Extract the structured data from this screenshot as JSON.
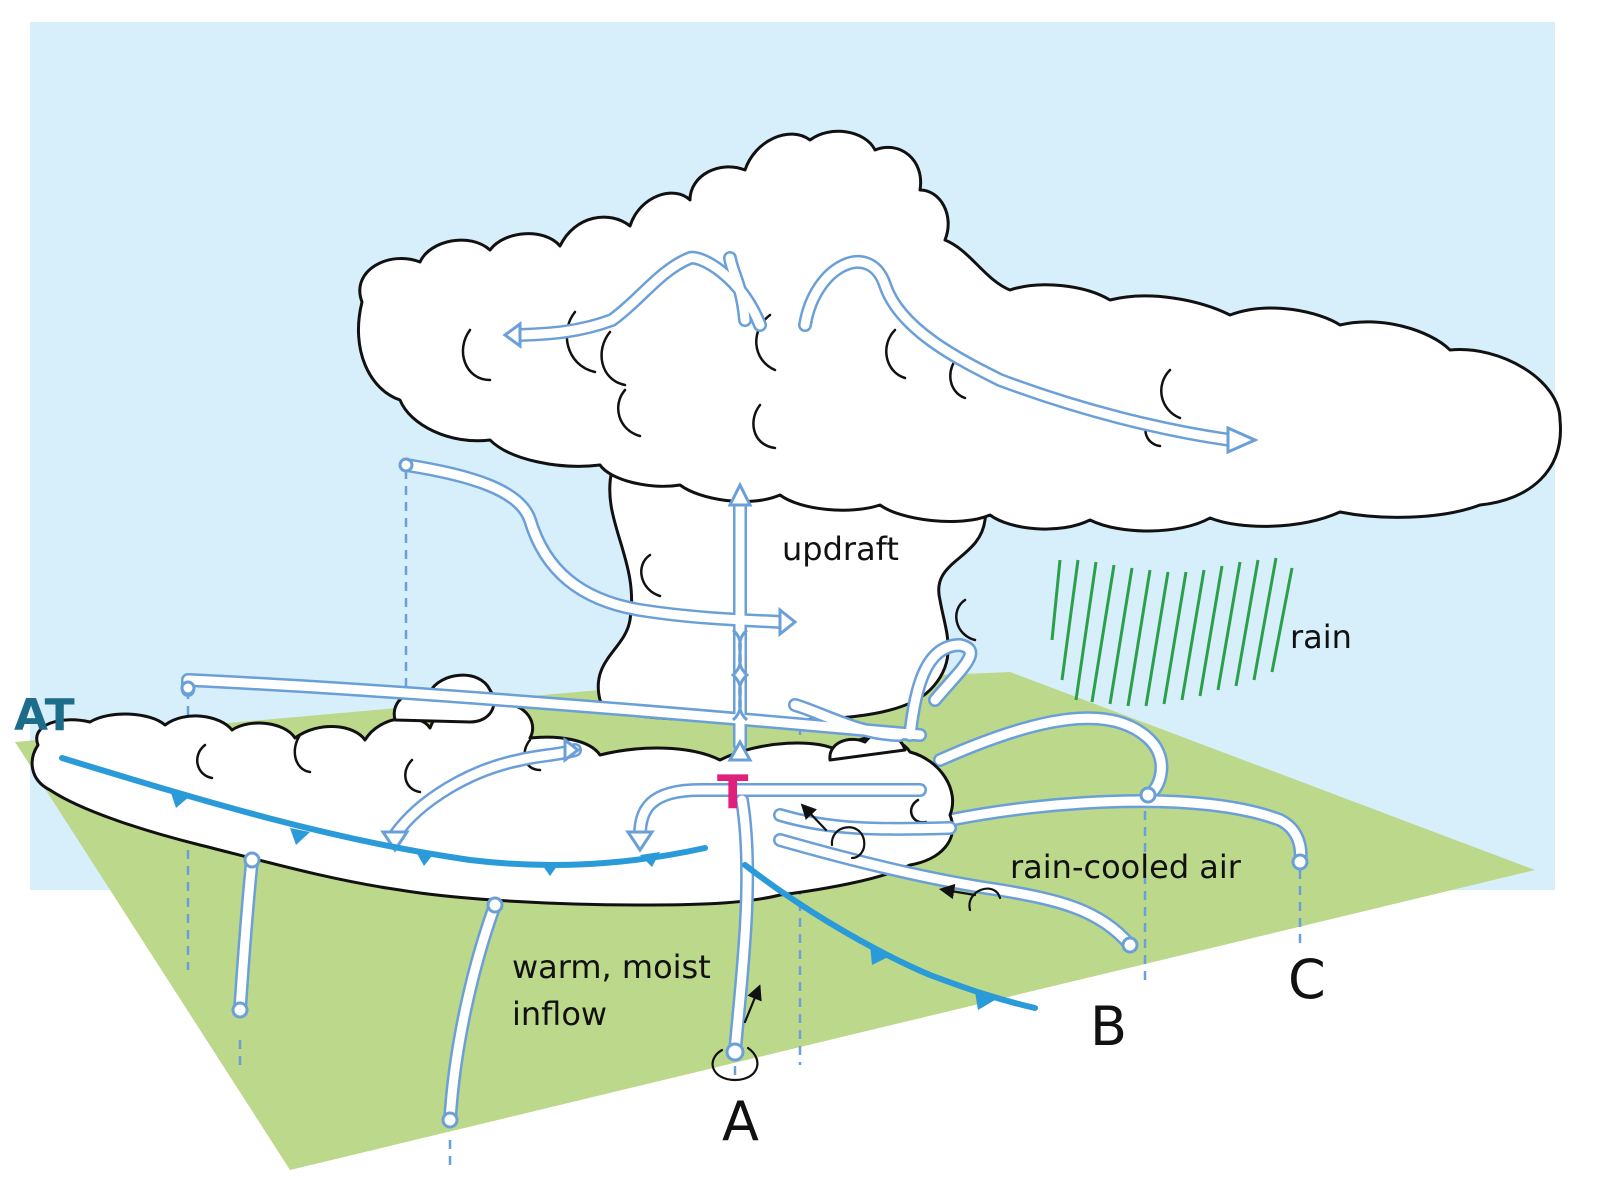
{
  "labels": {
    "updraft": "updraft",
    "rain": "rain",
    "rain_cooled_air": "rain-cooled air",
    "inflow_line1": "warm, moist",
    "inflow_line2": "inflow",
    "cross_section_a": "A",
    "cross_section_b": "B",
    "cross_section_c": "C",
    "anvil_top_marker": "AT",
    "tornado_marker": "T"
  },
  "colors": {
    "sky": "#d7eefb",
    "ground": "#bcd88a",
    "cloud_outline": "#111111",
    "airflow": "#6a9fd8",
    "front": "#2a9ad8",
    "rain": "#2aa04a",
    "tornado_marker": "#e0207a",
    "anvil_top_marker": "#1d6d8a"
  }
}
